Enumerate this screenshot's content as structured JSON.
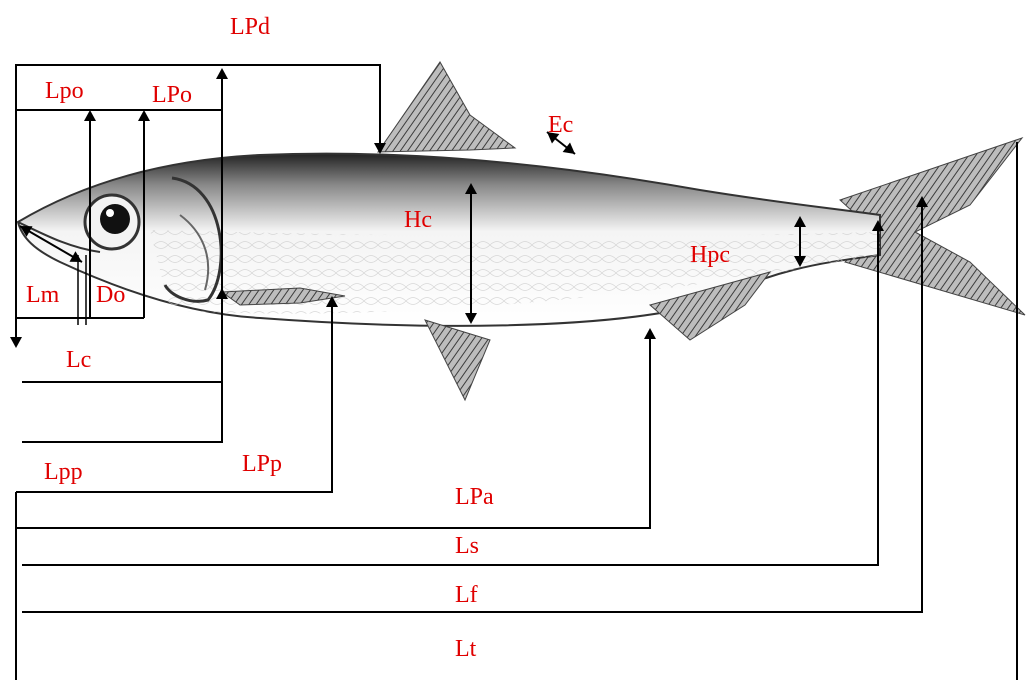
{
  "colors": {
    "label": "#e00000",
    "line": "#000000",
    "fish_body": "#f2f2f2",
    "fish_dark": "#3a3a3a"
  },
  "labels": {
    "LPd": "LPd",
    "Lpo": "Lpo",
    "LPo": "LPo",
    "Ec": "Ec",
    "Hc": "Hc",
    "Hpc": "Hpc",
    "Lm": "Lm",
    "Do": "Do",
    "Lc": "Lc",
    "Lpp": "Lpp",
    "LPp": "LPp",
    "LPa": "LPa",
    "Ls": "Ls",
    "Lf": "Lf",
    "Lt": "Lt"
  },
  "icons": {
    "fish": "fish-illustration",
    "arrow": "arrowhead"
  }
}
